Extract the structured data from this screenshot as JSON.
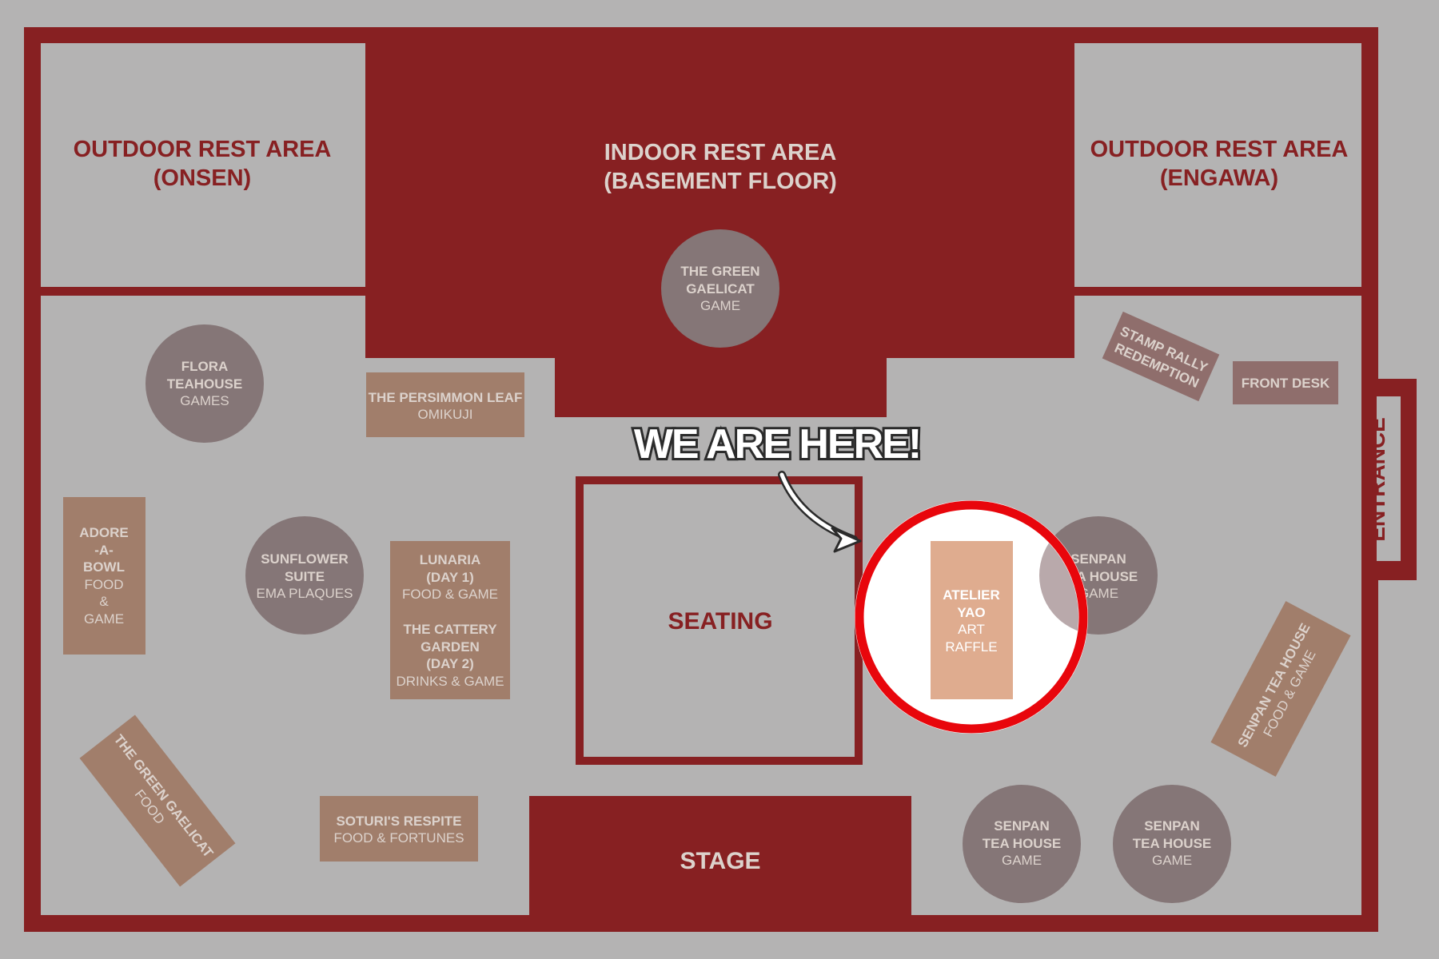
{
  "colors": {
    "background": "#b4b3b3",
    "wall": "#872022",
    "floor": "#b4b3b3",
    "booth_rect": "#a17e6b",
    "booth_circle": "#857677",
    "booth_dark_rect": "#8f6e6c",
    "highlight_booth": "#dfac8f",
    "highlight_ring": "#e8060c",
    "label_light": "#dcd2cc",
    "label_bold": "#ece4df",
    "region_label": "#872022",
    "callout_text": "#ffffff"
  },
  "regions": {
    "outdoor_onsen": {
      "line1": "OUTDOOR REST AREA",
      "line2": "(ONSEN)"
    },
    "indoor": {
      "line1": "INDOOR REST AREA",
      "line2": "(BASEMENT FLOOR)"
    },
    "outdoor_engawa": {
      "line1": "OUTDOOR REST AREA",
      "line2": "(ENGAWA)"
    },
    "seating": "SEATING",
    "stage": "STAGE",
    "entrance": "ENTRANCE"
  },
  "booths": {
    "green_gaelicat_game": {
      "line1": "THE GREEN",
      "line2": "GAELICAT",
      "line3": "GAME"
    },
    "flora_teahouse": {
      "line1": "FLORA",
      "line2": "TEAHOUSE",
      "line3": "GAMES"
    },
    "persimmon_leaf": {
      "line1": "THE PERSIMMON LEAF",
      "line2": "OMIKUJI"
    },
    "adore_a_bowl": {
      "line1": "ADORE",
      "line2": "-A-",
      "line3": "BOWL",
      "line4": "FOOD",
      "line5": "&",
      "line6": "GAME"
    },
    "sunflower_suite": {
      "line1": "SUNFLOWER",
      "line2": "SUITE",
      "line3": "EMA PLAQUES"
    },
    "lunaria": {
      "line1": "LUNARIA",
      "line2": "(DAY 1)",
      "line3": "FOOD & GAME",
      "line4": "THE CATTERY",
      "line5": "GARDEN",
      "line6": "(DAY 2)",
      "line7": "DRINKS & GAME"
    },
    "green_gaelicat_food": {
      "line1": "THE GREEN GAELICAT",
      "line2": "FOOD"
    },
    "soturis_respite": {
      "line1": "SOTURI'S RESPITE",
      "line2": "FOOD & FORTUNES"
    },
    "atelier_yao": {
      "line1": "ATELIER",
      "line2": "YAO",
      "line3": "ART",
      "line4": "RAFFLE"
    },
    "senpan_partial": {
      "line1": "SENPAN",
      "line2": "TEA HOUSE",
      "line3": "GAME"
    },
    "stamp_rally": {
      "line1": "STAMP RALLY",
      "line2": "REDEMPTION"
    },
    "front_desk": "FRONT DESK",
    "senpan_food": {
      "line1": "SENPAN TEA HOUSE",
      "line2": "FOOD & GAME"
    },
    "senpan_game_1": {
      "line1": "SENPAN",
      "line2": "TEA HOUSE",
      "line3": "GAME"
    },
    "senpan_game_2": {
      "line1": "SENPAN",
      "line2": "TEA HOUSE",
      "line3": "GAME"
    }
  },
  "callout": {
    "text": "WE ARE HERE!"
  }
}
